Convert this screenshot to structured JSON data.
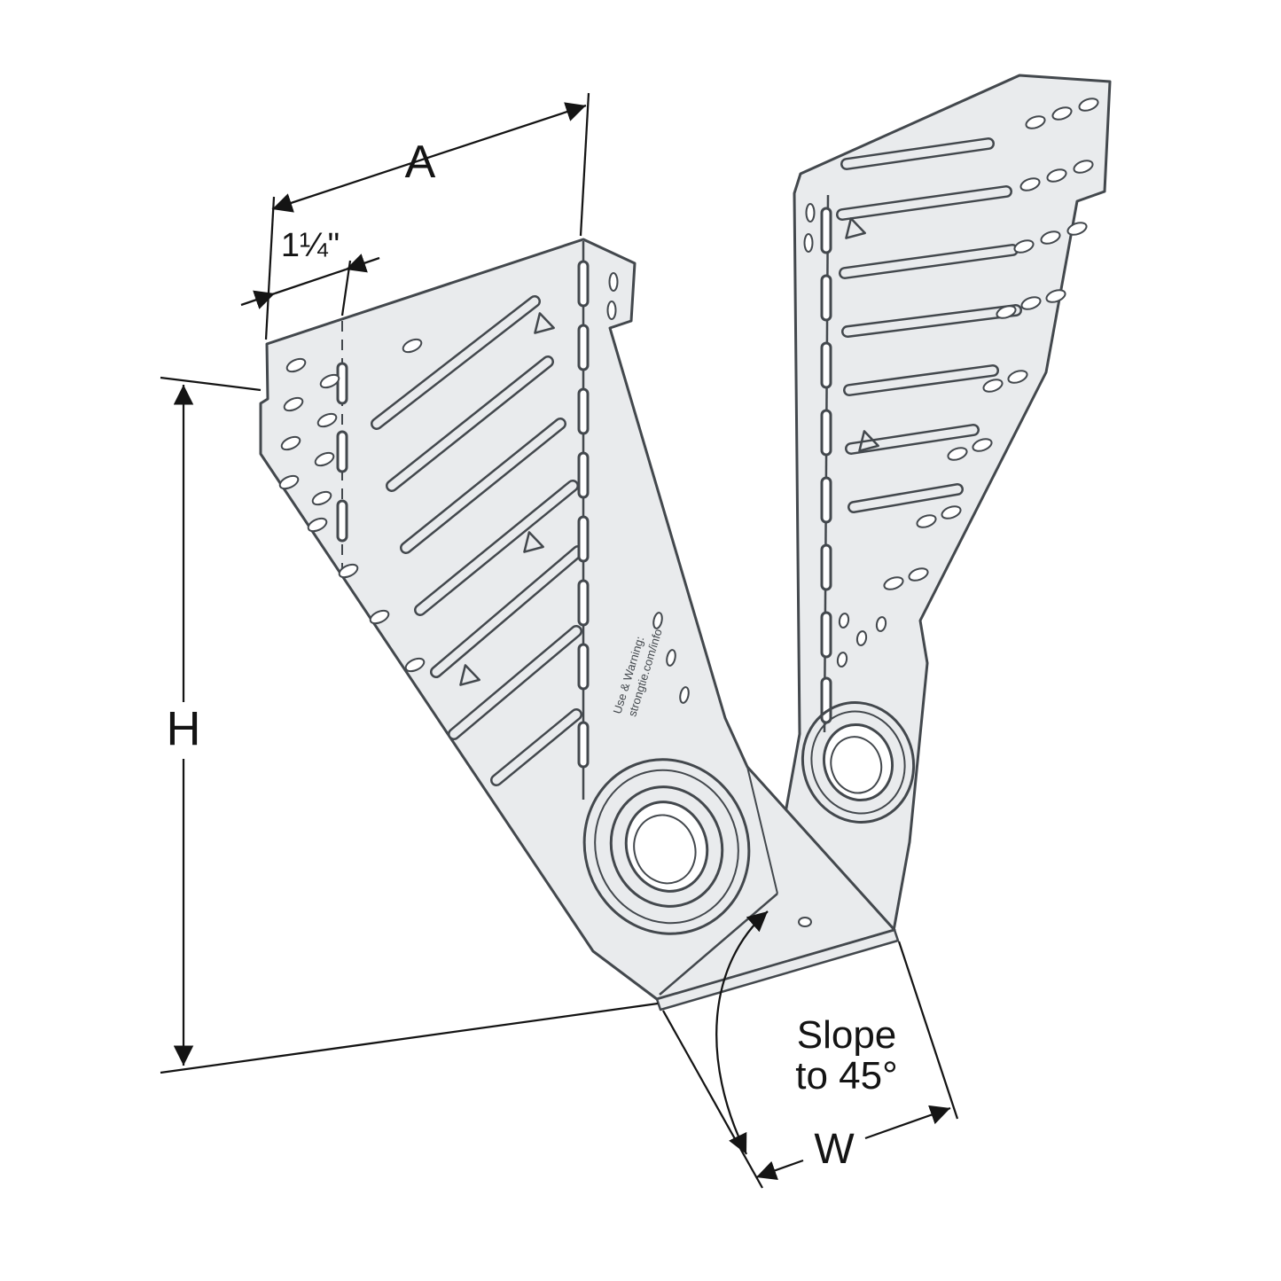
{
  "figure": {
    "kind": "technical-line-diagram",
    "subject": "Field-slopeable joist hanger, isometric view with dimension callouts"
  },
  "dimensions": {
    "top_width_label": "A",
    "flange_offset_label": "1¼\"",
    "height_label": "H",
    "seat_width_label": "W",
    "slope_note_line1": "Slope",
    "slope_note_line2": "to 45°"
  },
  "stamp": {
    "line1": "Use & Warning:",
    "line2": "strongtie.com/info"
  },
  "colors": {
    "background": "#ffffff",
    "steel_fill": "#e9ebed",
    "steel_edge": "#43484d",
    "dimension": "#141414",
    "hole_fill": "#ffffff"
  }
}
